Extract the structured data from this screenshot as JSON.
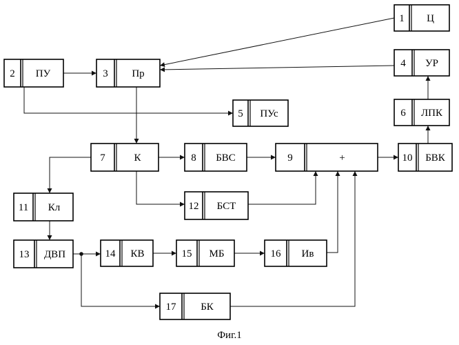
{
  "blocks": [
    {
      "id": "1",
      "num": "1",
      "label": "Ц"
    },
    {
      "id": "2",
      "num": "2",
      "label": "ПУ"
    },
    {
      "id": "3",
      "num": "3",
      "label": "Пр"
    },
    {
      "id": "4",
      "num": "4",
      "label": "УР"
    },
    {
      "id": "5",
      "num": "5",
      "label": "ПУс"
    },
    {
      "id": "6",
      "num": "6",
      "label": "ЛПК"
    },
    {
      "id": "7",
      "num": "7",
      "label": "К"
    },
    {
      "id": "8",
      "num": "8",
      "label": "БВС"
    },
    {
      "id": "9",
      "num": "9",
      "label": "+"
    },
    {
      "id": "10",
      "num": "10",
      "label": "БВК"
    },
    {
      "id": "11",
      "num": "11",
      "label": "Кл"
    },
    {
      "id": "12",
      "num": "12",
      "label": "БСТ"
    },
    {
      "id": "13",
      "num": "13",
      "label": "ДВП"
    },
    {
      "id": "14",
      "num": "14",
      "label": "КВ"
    },
    {
      "id": "15",
      "num": "15",
      "label": "МБ"
    },
    {
      "id": "16",
      "num": "16",
      "label": "Ив"
    },
    {
      "id": "17",
      "num": "17",
      "label": "БК"
    }
  ],
  "connections": [
    {
      "from": "1",
      "to": "3"
    },
    {
      "from": "2",
      "to": "3"
    },
    {
      "from": "2",
      "to": "5"
    },
    {
      "from": "4",
      "to": "3"
    },
    {
      "from": "6",
      "to": "4"
    },
    {
      "from": "3",
      "to": "7"
    },
    {
      "from": "7",
      "to": "8"
    },
    {
      "from": "7",
      "to": "11"
    },
    {
      "from": "7",
      "to": "12"
    },
    {
      "from": "8",
      "to": "9"
    },
    {
      "from": "12",
      "to": "9"
    },
    {
      "from": "16",
      "to": "9"
    },
    {
      "from": "17",
      "to": "9"
    },
    {
      "from": "9",
      "to": "10"
    },
    {
      "from": "10",
      "to": "6"
    },
    {
      "from": "11",
      "to": "13"
    },
    {
      "from": "13",
      "to": "14"
    },
    {
      "from": "13",
      "to": "17"
    },
    {
      "from": "14",
      "to": "15"
    },
    {
      "from": "15",
      "to": "16"
    }
  ],
  "caption": "Фиг.1"
}
